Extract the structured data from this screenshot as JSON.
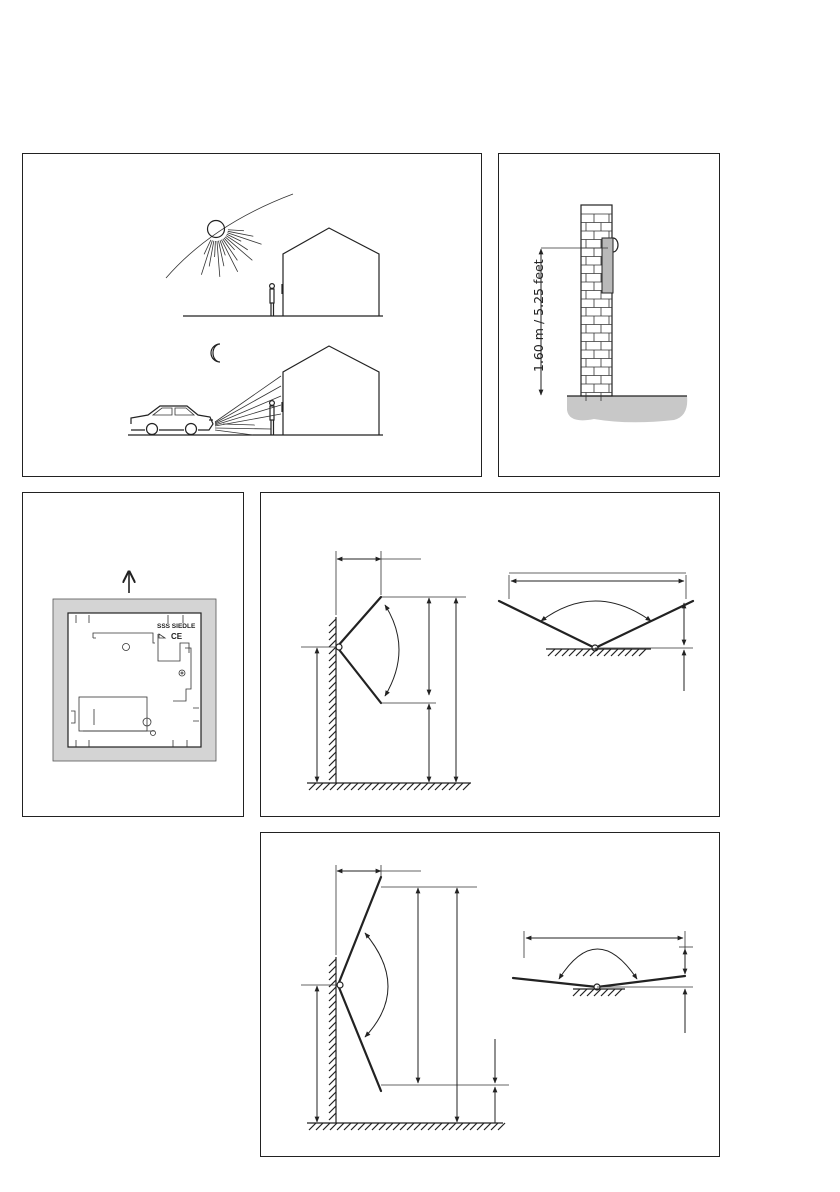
{
  "wall_mounting": {
    "height_label": "1.60 m / 5.25 feet"
  },
  "device_back": {
    "brand_label": "SSS SIEDLE",
    "marking_label": "CE"
  },
  "icons": {
    "sun": "sun-icon",
    "moon": "crescent-moon-icon",
    "car": "car-icon",
    "person": "person-icon",
    "house": "house-icon",
    "up_arrow": "arrow-up-icon",
    "sensor": "motion-sensor-icon"
  },
  "colors": {
    "line": "#222222",
    "ground_fill": "#c8c8c8",
    "device_plate": "#d4d4d4",
    "background": "#ffffff"
  }
}
